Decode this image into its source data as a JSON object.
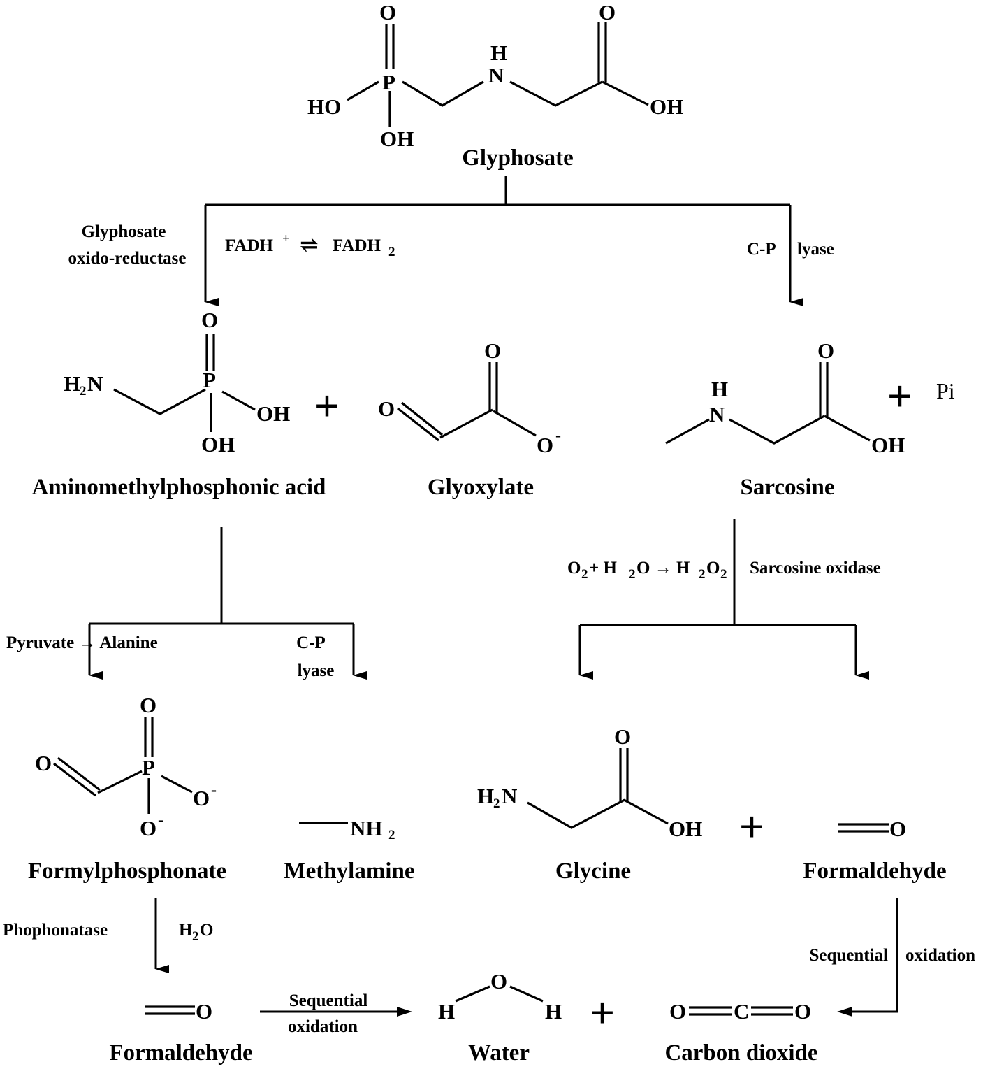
{
  "compounds": {
    "glyphosate": "Glyphosate",
    "ampa": "Aminomethylphosphonic acid",
    "glyoxylate": "Glyoxylate",
    "sarcosine": "Sarcosine",
    "formylphosphonate": "Formylphosphonate",
    "methylamine": "Methylamine",
    "glycine": "Glycine",
    "formaldehyde_right": "Formaldehyde",
    "formaldehyde_bottom": "Formaldehyde",
    "water": "Water",
    "carbon_dioxide": "Carbon dioxide"
  },
  "enzymes": {
    "gox_line1": "Glyphosate",
    "gox_line2": "oxido-reductase",
    "cp_lyase_top_1": "C-P",
    "cp_lyase_top_2": "lyase",
    "cp_lyase_mid_1": "C-P",
    "cp_lyase_mid_2": "lyase",
    "sarcosine_oxidase": "Sarcosine oxidase",
    "phosphonatase": "Phophonatase",
    "seq_ox_right_1": "Sequential",
    "seq_ox_right_2": "oxidation",
    "seq_ox_bottom_1": "Sequential",
    "seq_ox_bottom_2": "oxidation"
  },
  "cofactors": {
    "fadh_left": "FADH",
    "fadh_sup": "+",
    "equilibrium": "⇌",
    "fadh2": "FADH",
    "fadh2_sub": "2",
    "pyruvate_alanine": "Pyruvate → Alanine",
    "o2": "O",
    "o2_sub": "2",
    "plus_h2o": " + H",
    "h2o_sub": "2",
    "h2o_rest": "O → H",
    "h2o2_sub": "2",
    "h2o2_o": "O",
    "h2o2_sub2": "2",
    "h2o_phos": "H",
    "h2o_phos_sub": "2",
    "h2o_phos_o": "O",
    "pi": "Pi"
  },
  "atoms": {
    "O": "O",
    "OH": "OH",
    "HO": "HO",
    "H": "H",
    "N": "N",
    "P": "P",
    "C": "C",
    "NH": "NH",
    "two": "2",
    "minus": "-",
    "plus": "+"
  }
}
